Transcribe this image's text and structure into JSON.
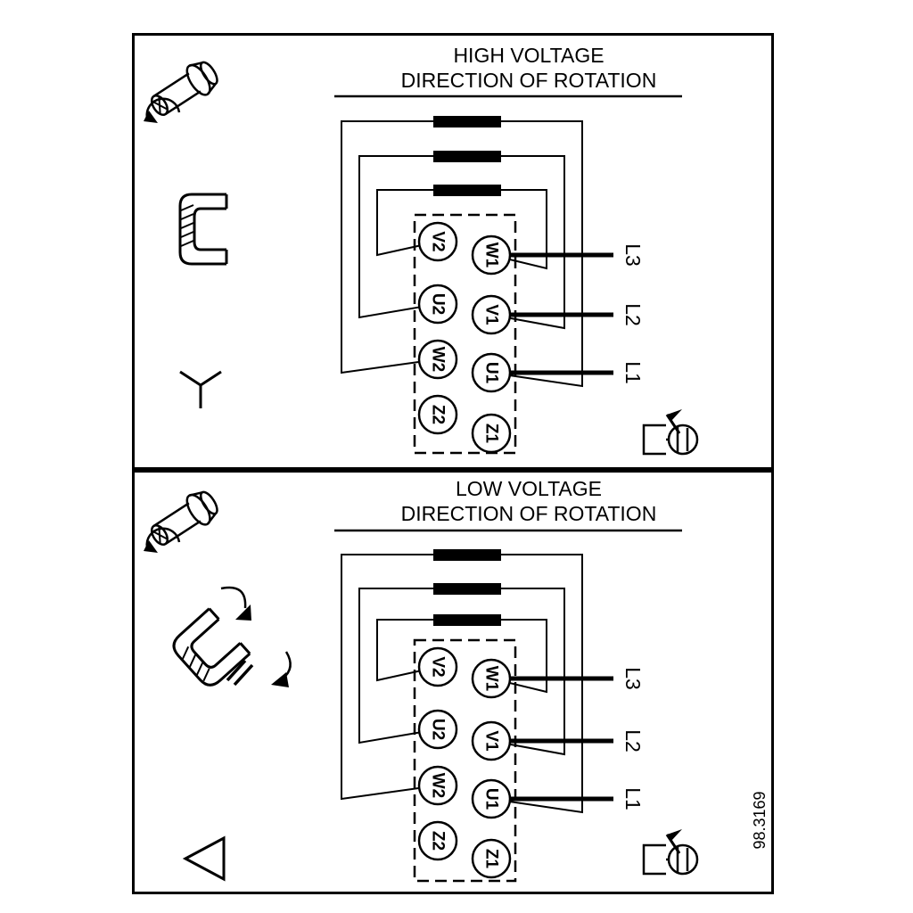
{
  "figure": {
    "ref": "98.3169"
  },
  "panels": [
    {
      "title_line1": "HIGH VOLTAGE",
      "title_line2": "DIRECTION OF ROTATION",
      "connection_symbol": "star",
      "terminals_left": [
        "V2",
        "U2",
        "W2",
        "Z2"
      ],
      "terminals_right": [
        "W1",
        "V1",
        "U1",
        "Z1"
      ],
      "supply_lines": [
        "L3",
        "L2",
        "L1"
      ],
      "jumper_count": 3
    },
    {
      "title_line1": "LOW VOLTAGE",
      "title_line2": "DIRECTION OF ROTATION",
      "connection_symbol": "delta",
      "terminals_left": [
        "V2",
        "U2",
        "W2",
        "Z2"
      ],
      "terminals_right": [
        "W1",
        "V1",
        "U1",
        "Z1"
      ],
      "supply_lines": [
        "L3",
        "L2",
        "L1"
      ],
      "jumper_count": 3
    }
  ],
  "icons": {
    "screw": "screw-with-rotation-arrow",
    "link": "terminal-jumper-link",
    "star": "star-connection-symbol",
    "delta": "delta-connection-symbol",
    "rotation": "direction-of-rotation-indicator",
    "placement_arrows": "jumper-placement-arrows"
  },
  "colors": {
    "line": "#000000",
    "background": "#ffffff"
  }
}
